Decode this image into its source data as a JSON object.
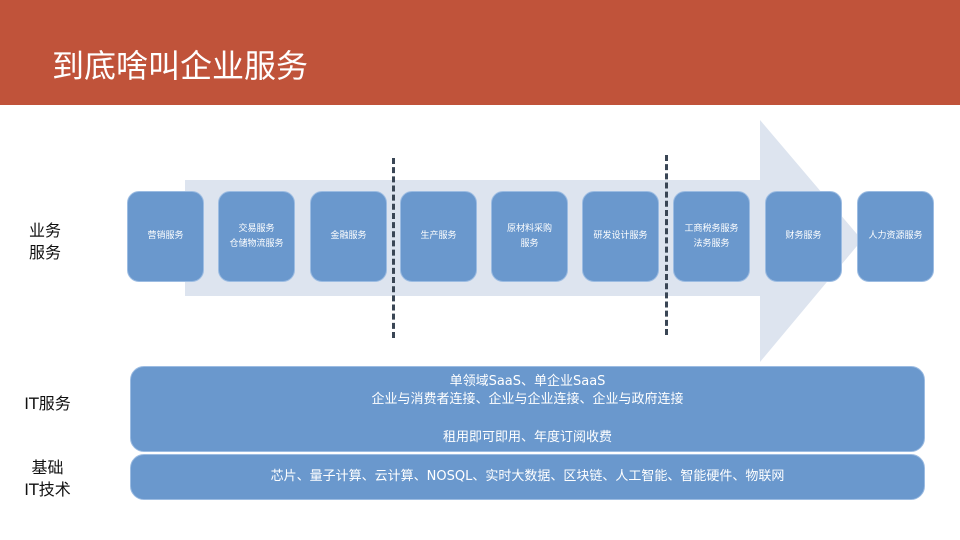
{
  "title": "到底啥叫企业服务",
  "row_labels": {
    "business": "业务\n服务",
    "it_service": "IT服务",
    "infra": "基础\nIT技术"
  },
  "services": [
    "营销服务",
    "交易服务\n仓储物流服务",
    "金融服务",
    "生产服务",
    "原材料采购\n服务",
    "研发设计服务",
    "工商税务服务\n法务服务",
    "财务服务",
    "人力资源服务"
  ],
  "it_service": {
    "line1": "单领域SaaS、单企业SaaS",
    "line2": "企业与消费者连接、企业与企业连接、企业与政府连接",
    "line3": "租用即可即用、年度订阅收费"
  },
  "infra": {
    "text": "芯片、量子计算、云计算、NOSQL、实时大数据、区块链、人工智能、智能硬件、物联网"
  },
  "colors": {
    "header": "#c0533a",
    "box": "#6a98cd",
    "arrow": "#dde4ef"
  }
}
